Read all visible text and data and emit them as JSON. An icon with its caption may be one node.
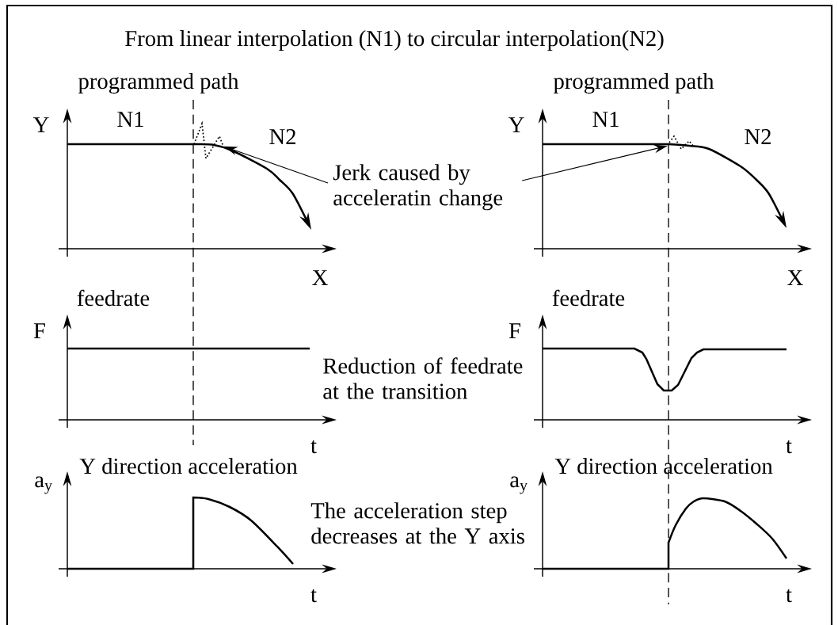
{
  "diagram": {
    "title": "From linear interpolation (N1) to circular interpolation(N2)",
    "nodes": [
      {
        "text": [
          "Jerk caused by acceleratin change"
        ]
      },
      {
        "text": [],
        "shape": "picture"
      },
      {
        "text": [],
        "shape": "picture"
      }
    ],
    "edges": [
      {
        "from": 0,
        "to": 1,
        "arrow": "to"
      },
      {
        "from": 0,
        "to": 2,
        "arrow": "to"
      }
    ],
    "labels": [
      "programmed path",
      "programmed path",
      "Y",
      "N1",
      "Y",
      "N1",
      "N2",
      "N2",
      "X",
      "X",
      "feedrate",
      "feedrate",
      "F",
      "F",
      "Reduction of feedrate at the transition",
      "t",
      "t",
      "Y direction acceleration",
      "Y direction acceleration",
      "a$_{y}$",
      "a$_{y}$",
      "The acceleration step decreases at the Y axis",
      "t",
      "t"
    ]
  }
}
